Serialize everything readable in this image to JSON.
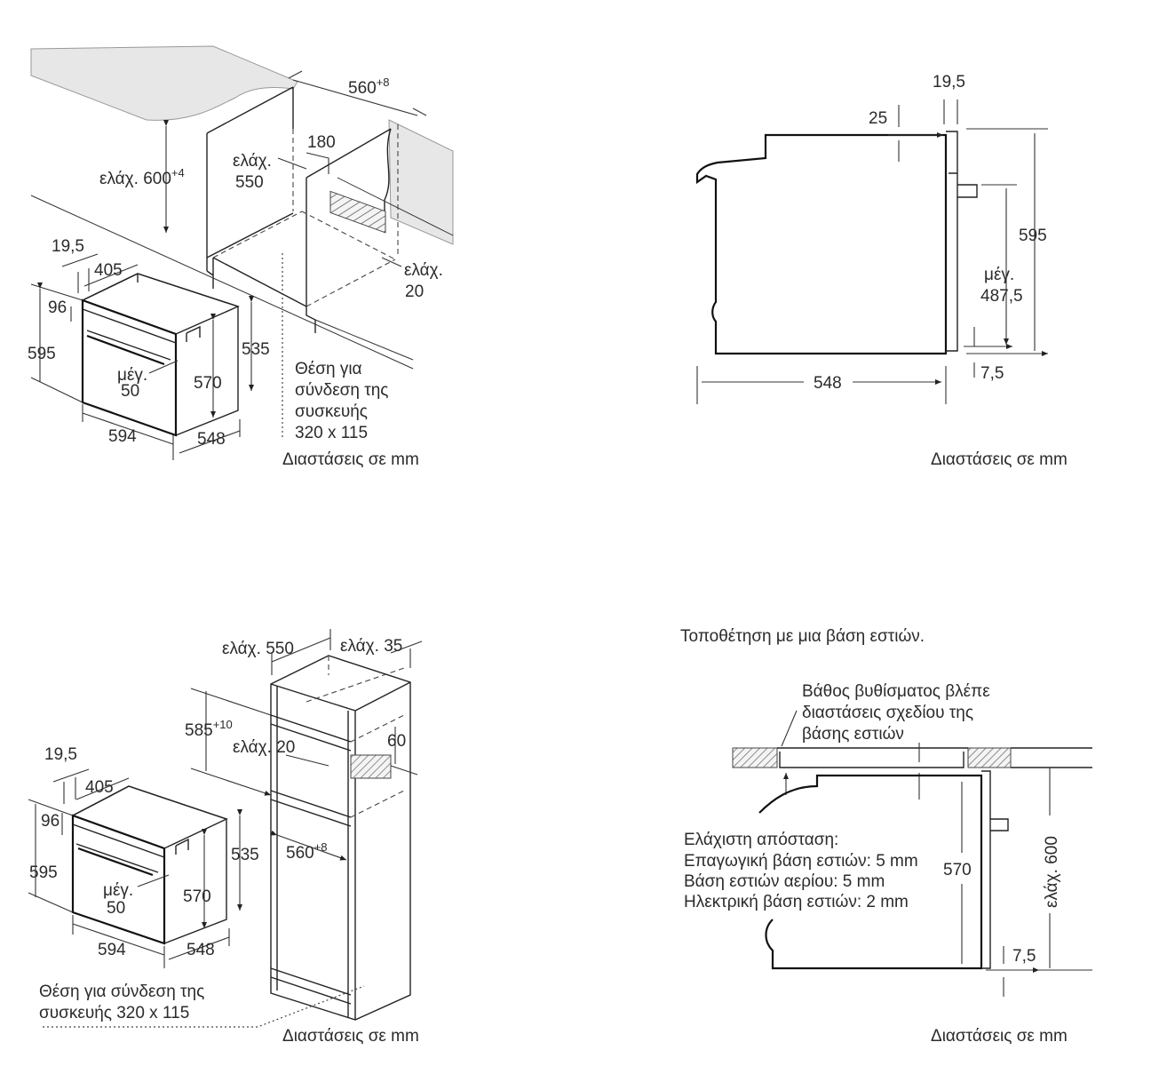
{
  "colors": {
    "line": "#222222",
    "text": "#2b2b2b",
    "counter_top": "#e6e6e6",
    "hatch": "#888888"
  },
  "caption": "Διαστάσεις σε mm",
  "panel1": {
    "d560": "560",
    "d560_sup": "+8",
    "d600_a": "ελάχ. 600",
    "d600_sup": "+4",
    "d550_a": "ελάχ.",
    "d550_b": "550",
    "d180": "180",
    "d20_a": "ελάχ.",
    "d20_b": "20",
    "d19_5": "19,5",
    "d405": "405",
    "d96": "96",
    "d595": "595",
    "d535": "535",
    "d570": "570",
    "d50_a": "μέγ.",
    "d50_b": "50",
    "d594": "594",
    "d548": "548",
    "conn_a": "Θέση για",
    "conn_b": "σύνδεση της",
    "conn_c": "συσκευής",
    "conn_d": "320 x 115"
  },
  "panel2": {
    "d19_5": "19,5",
    "d25": "25",
    "d595": "595",
    "d487_a": "μέγ.",
    "d487_b": "487,5",
    "d548": "548",
    "d7_5": "7,5"
  },
  "panel3": {
    "d550": "ελάχ. 550",
    "d35": "ελάχ. 35",
    "d585": "585",
    "d585_sup": "+10",
    "d20": "ελάχ. 20",
    "d60": "60",
    "d560": "560",
    "d560_sup": "+8",
    "d19_5": "19,5",
    "d405": "405",
    "d96": "96",
    "d595": "595",
    "d535": "535",
    "d570": "570",
    "d50_a": "μέγ.",
    "d50_b": "50",
    "d594": "594",
    "d548": "548",
    "conn_a": "Θέση για σύνδεση της",
    "conn_b": "συσκευής 320 x 115"
  },
  "panel4": {
    "title": "Τοποθέτηση με μια βάση εστιών.",
    "depth_a": "Βάθος βυθίσματος βλέπε",
    "depth_b": "διαστάσεις σχεδίου της",
    "depth_c": "βάσης εστιών",
    "min_title": "Ελάχιστη απόσταση:",
    "min_induction": "Επαγωγική βάση εστιών: 5 mm",
    "min_gas": "Βάση εστιών αερίου: 5 mm",
    "min_electric": "Ηλεκτρική βάση εστιών: 2 mm",
    "d570": "570",
    "d600": "ελάχ. 600",
    "d7_5": "7,5"
  }
}
